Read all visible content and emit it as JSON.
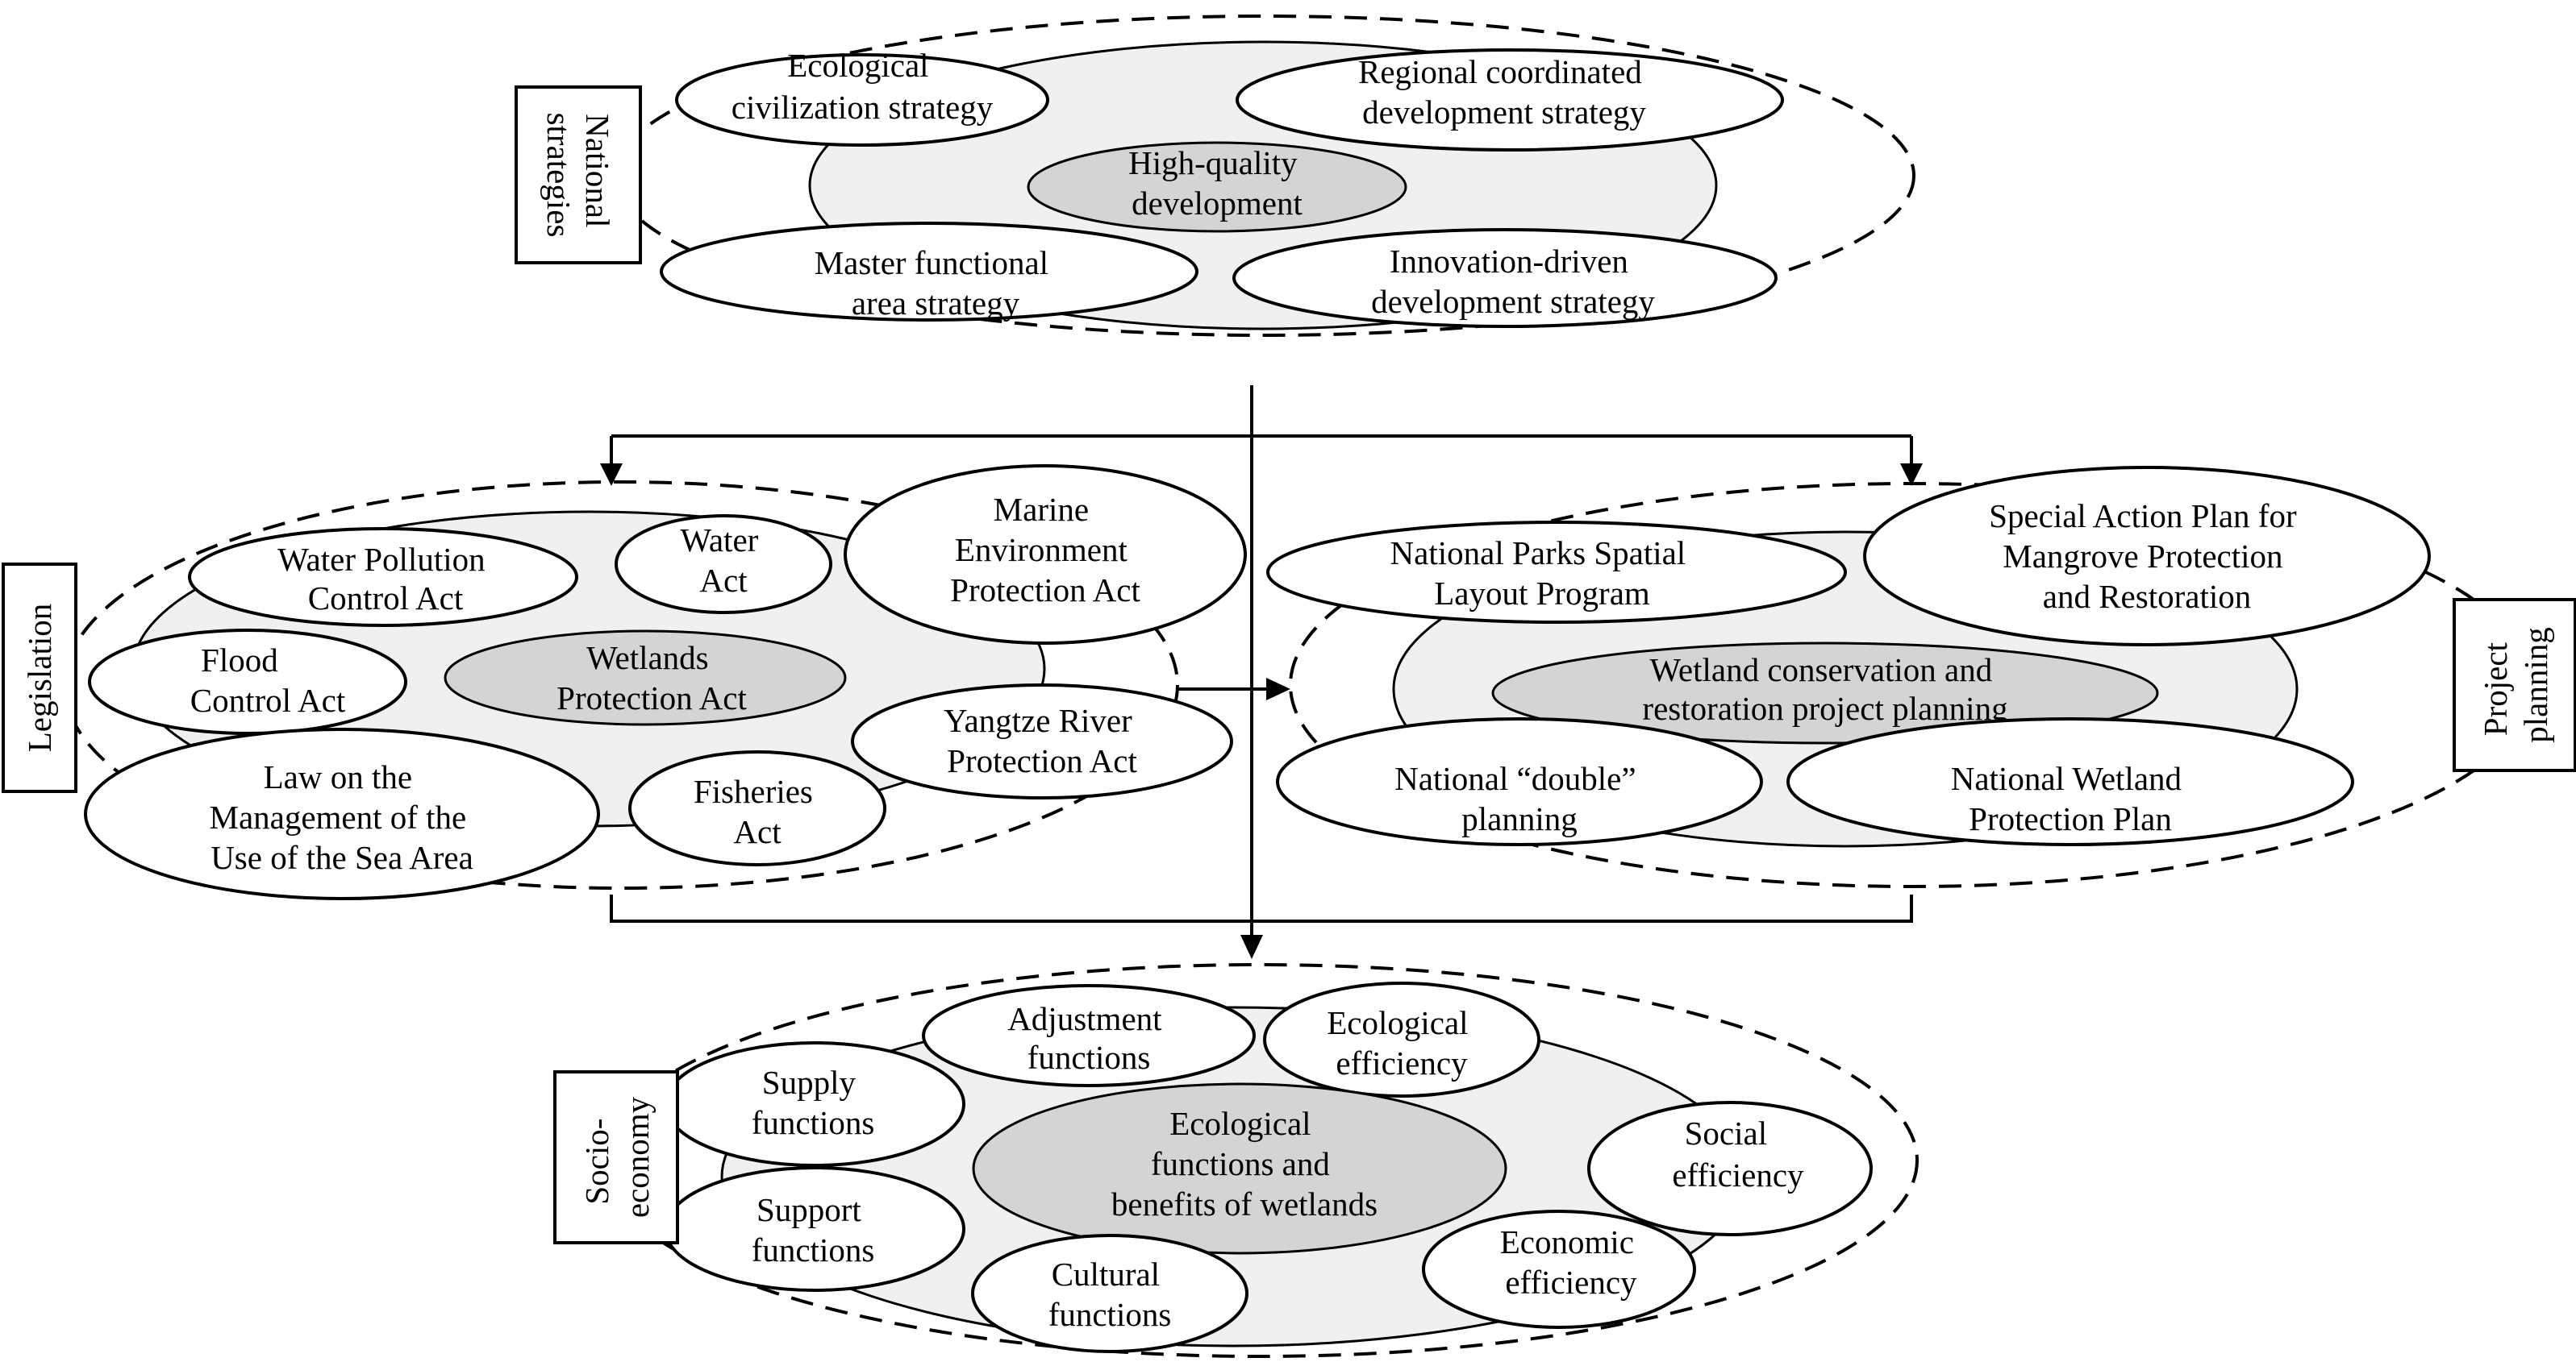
{
  "national_strategies": {
    "label": [
      "National",
      "strategies"
    ],
    "center": [
      "High-quality",
      "development"
    ],
    "items": [
      [
        "Ecological",
        "civilization strategy"
      ],
      [
        "Regional coordinated",
        "development strategy"
      ],
      [
        "Master functional",
        "area strategy"
      ],
      [
        "Innovation-driven",
        "development strategy"
      ]
    ]
  },
  "legislation": {
    "label": [
      "Legislation"
    ],
    "center": [
      "Wetlands",
      "Protection Act"
    ],
    "items": [
      [
        "Water Pollution",
        "Control Act"
      ],
      [
        "Water",
        "Act"
      ],
      [
        "Marine",
        "Environment",
        "Protection Act"
      ],
      [
        "Flood",
        "Control Act"
      ],
      [
        "Yangtze River",
        "Protection Act"
      ],
      [
        "Law on the",
        "Management of the",
        "Use of the Sea Area"
      ],
      [
        "Fisheries",
        "Act"
      ]
    ]
  },
  "project_planning": {
    "label": [
      "Project",
      "planning"
    ],
    "center": [
      "Wetland conservation and",
      "restoration project planning"
    ],
    "items": [
      [
        "National Parks Spatial",
        "Layout Program"
      ],
      [
        "Special Action Plan for",
        "Mangrove Protection",
        "and Restoration"
      ],
      [
        "National “double”",
        "planning"
      ],
      [
        "National Wetland",
        "Protection Plan"
      ]
    ]
  },
  "socio_economy": {
    "label": [
      "Socio-",
      "economy"
    ],
    "center": [
      "Ecological",
      "functions and",
      "benefits of wetlands"
    ],
    "items": [
      [
        "Adjustment",
        "functions"
      ],
      [
        "Ecological",
        "efficiency"
      ],
      [
        "Supply",
        "functions"
      ],
      [
        "Social",
        "efficiency"
      ],
      [
        "Support",
        "functions"
      ],
      [
        "Economic",
        "efficiency"
      ],
      [
        "Cultural",
        "functions"
      ]
    ]
  },
  "colors": {
    "stroke": "#000000",
    "light_fill": "#f0f0f0",
    "center_fill": "#d4d4d4",
    "oval_fill": "#ffffff"
  }
}
